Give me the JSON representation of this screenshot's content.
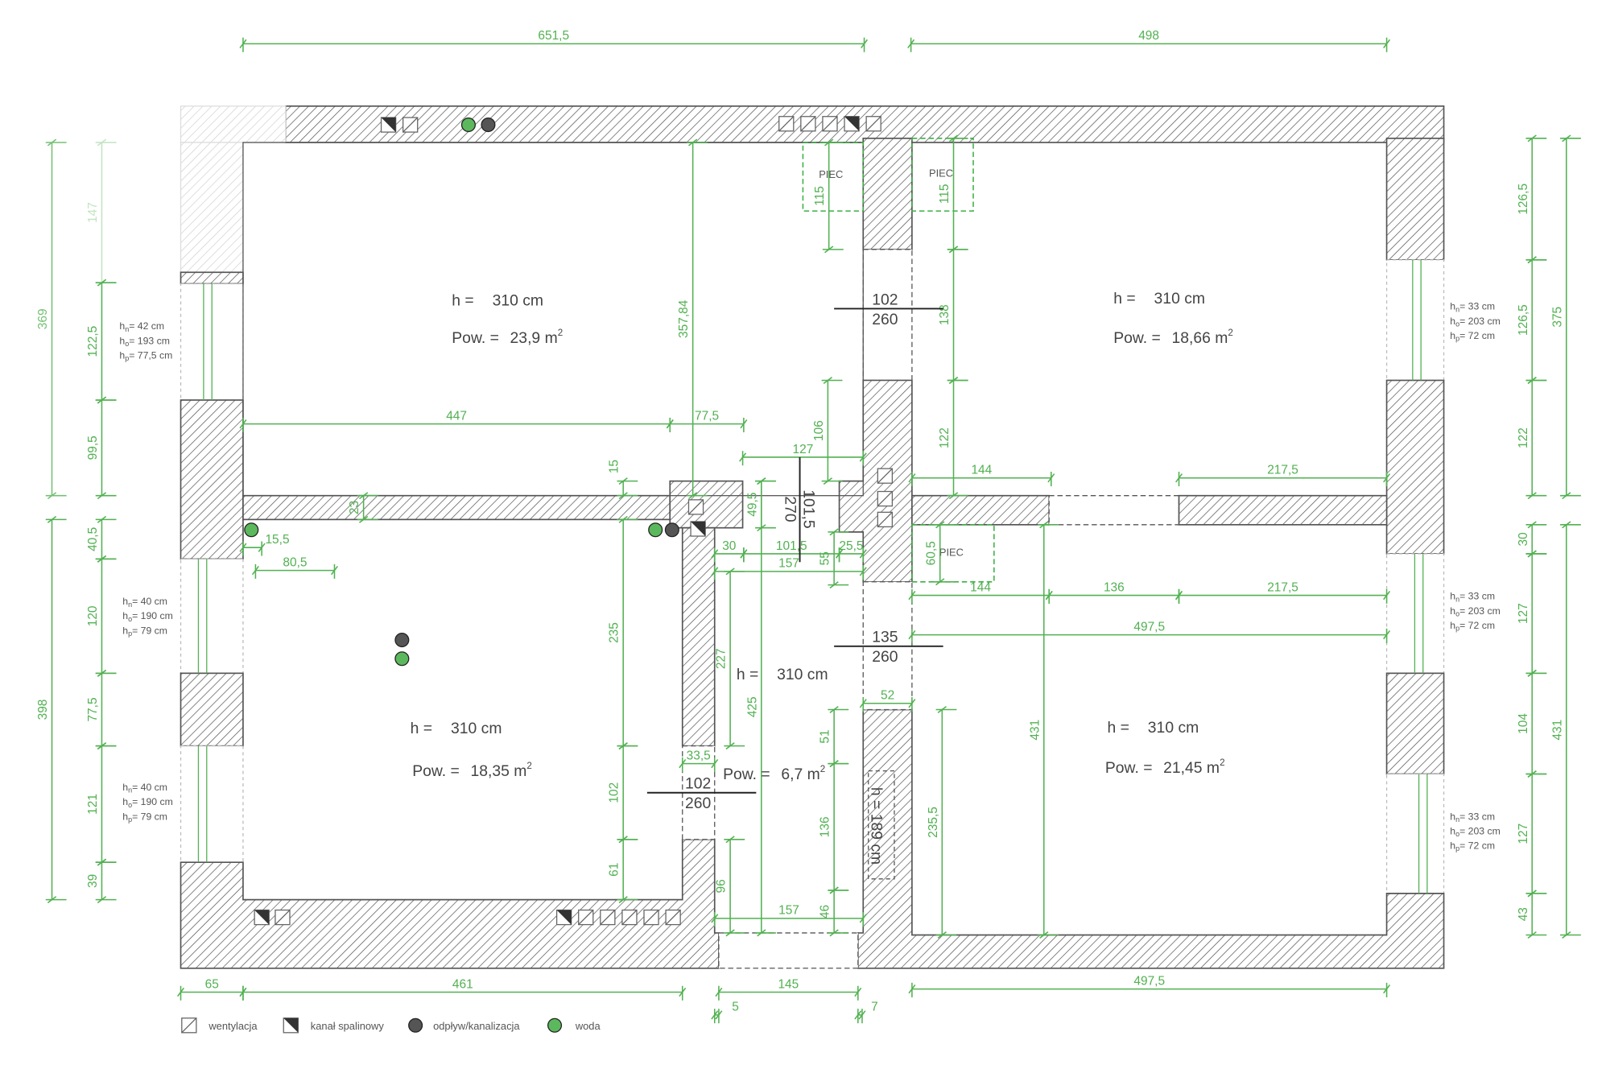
{
  "colors": {
    "dimension": "#52b152",
    "water": "#5cb85c",
    "drain": "#555555",
    "wall": "#555555"
  },
  "rooms": [
    {
      "h_label": "h =",
      "h_value": "310 cm",
      "area_label": "Pow. =",
      "area_value": "23,9 m",
      "area_unit_sup": "2"
    },
    {
      "h_label": "h =",
      "h_value": "310 cm",
      "area_label": "Pow. =",
      "area_value": "18,66 m",
      "area_unit_sup": "2"
    },
    {
      "h_label": "h =",
      "h_value": "310 cm",
      "area_label": "Pow. =",
      "area_value": "18,35 m",
      "area_unit_sup": "2"
    },
    {
      "h_label": "h =",
      "h_value": "310 cm",
      "area_label": "Pow. =",
      "area_value": "6,7 m",
      "area_unit_sup": "2"
    },
    {
      "h_label": "h =",
      "h_value": "310 cm",
      "area_label": "Pow. =",
      "area_value": "21,45 m",
      "area_unit_sup": "2"
    }
  ],
  "doors": [
    {
      "width": "102",
      "height": "260"
    },
    {
      "width": "101,5",
      "height": "270"
    },
    {
      "width": "135",
      "height": "260"
    },
    {
      "width": "102",
      "height": "260"
    }
  ],
  "dimensions": [
    "651,5",
    "498",
    "447",
    "77,5",
    "127",
    "144",
    "217,5",
    "15,5",
    "80,5",
    "30",
    "101,5",
    "25,5",
    "157",
    "144",
    "136",
    "217,5",
    "497,5",
    "52",
    "33,5",
    "157",
    "65",
    "461",
    "145",
    "497,5",
    "5",
    "7",
    "369",
    "398",
    "147",
    "122,5",
    "99,5",
    "40,5",
    "120",
    "77,5",
    "121",
    "39",
    "126,5",
    "126,5",
    "122",
    "30",
    "127",
    "104",
    "127",
    "43",
    "375",
    "431",
    "357,84",
    "115",
    "115",
    "138",
    "122",
    "106",
    "15",
    "23",
    "49,5",
    "55",
    "60,5",
    "235",
    "102",
    "61",
    "227",
    "425",
    "96",
    "51",
    "136",
    "46",
    "235,5",
    "431"
  ],
  "window_notes": [
    {
      "lines": [
        {
          "h": "h",
          "sub": "n",
          "val": "= 42 cm"
        },
        {
          "h": "h",
          "sub": "o",
          "val": "= 193 cm"
        },
        {
          "h": "h",
          "sub": "p",
          "val": "=  77,5 cm"
        }
      ]
    },
    {
      "lines": [
        {
          "h": "h",
          "sub": "n",
          "val": "= 40 cm"
        },
        {
          "h": "h",
          "sub": "o",
          "val": "= 190 cm"
        },
        {
          "h": "h",
          "sub": "p",
          "val": "=  79 cm"
        }
      ]
    },
    {
      "lines": [
        {
          "h": "h",
          "sub": "n",
          "val": "= 40 cm"
        },
        {
          "h": "h",
          "sub": "o",
          "val": "= 190 cm"
        },
        {
          "h": "h",
          "sub": "p",
          "val": "=  79 cm"
        }
      ]
    },
    {
      "lines": [
        {
          "h": "h",
          "sub": "n",
          "val": "= 33 cm"
        },
        {
          "h": "h",
          "sub": "o",
          "val": "= 203 cm"
        },
        {
          "h": "h",
          "sub": "p",
          "val": "=  72 cm"
        }
      ]
    },
    {
      "lines": [
        {
          "h": "h",
          "sub": "n",
          "val": "= 33 cm"
        },
        {
          "h": "h",
          "sub": "o",
          "val": "= 203 cm"
        },
        {
          "h": "h",
          "sub": "p",
          "val": "=  72 cm"
        }
      ]
    },
    {
      "lines": [
        {
          "h": "h",
          "sub": "n",
          "val": "= 33 cm"
        },
        {
          "h": "h",
          "sub": "o",
          "val": "= 203 cm"
        },
        {
          "h": "h",
          "sub": "p",
          "val": "=  72 cm"
        }
      ]
    }
  ],
  "stoves": [
    "PIEC",
    "PIEC",
    "PIEC"
  ],
  "niche_label": "h = 189 cm",
  "legend": [
    {
      "icon": "ventilation-icon",
      "label": "wentylacja"
    },
    {
      "icon": "flue-icon",
      "label": "kanał spalinowy"
    },
    {
      "icon": "drain-icon",
      "label": "odpływ/kanalizacja"
    },
    {
      "icon": "water-icon",
      "label": "woda"
    }
  ]
}
